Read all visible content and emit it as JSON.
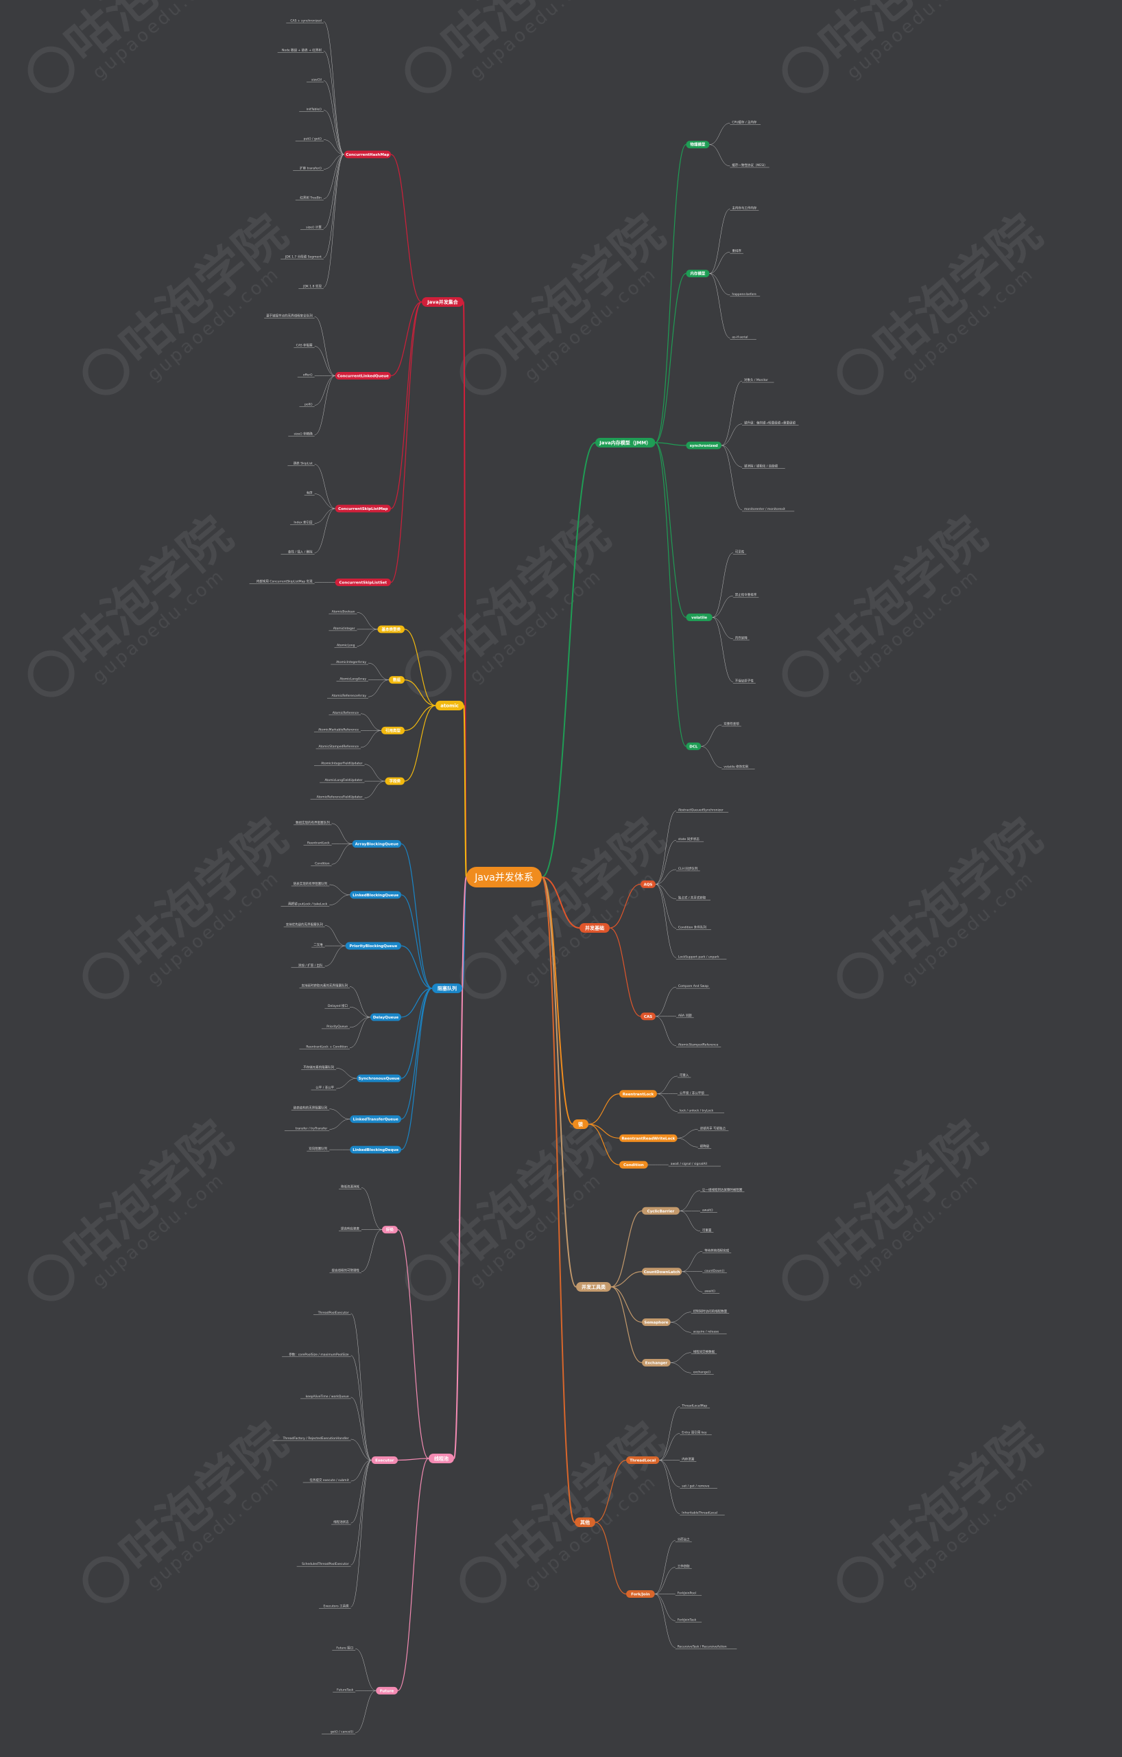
{
  "root": {
    "label": "Java并发体系",
    "color": "#f08c1e"
  },
  "watermark": {
    "text": "咕泡学院",
    "sub": "gupaoedu.com"
  },
  "branches": [
    {
      "id": "jmm",
      "label": "Java内存模型（JMM）",
      "color": "#1f9d55",
      "subs": [
        {
          "label": "物理模型",
          "color": "#1f9d55",
          "leaves": [
            "CPU缓存 / 主内存",
            "缓存一致性协议（MESI）"
          ]
        },
        {
          "label": "内存模型",
          "color": "#1f9d55",
          "leaves": [
            "主内存与工作内存",
            "重排序",
            "happens-before",
            "as-if-serial"
          ]
        },
        {
          "label": "synchronized",
          "color": "#1f9d55",
          "leaves": [
            "对象头 / Monitor",
            "锁升级：偏向锁→轻量级锁→重量级锁",
            "锁消除 / 锁粗化 / 自旋锁",
            "monitorenter / monitorexit"
          ]
        },
        {
          "label": "volatile",
          "color": "#1f9d55",
          "leaves": [
            "可见性",
            "禁止指令重排序",
            "内存屏障",
            "不保证原子性"
          ]
        },
        {
          "label": "DCL",
          "color": "#1f9d55",
          "leaves": [
            "双重检查锁",
            "volatile 修饰实例"
          ]
        }
      ]
    },
    {
      "id": "concurrency-base",
      "label": "并发基础",
      "color": "#e0562b",
      "subs": [
        {
          "label": "AQS",
          "color": "#e0562b",
          "leaves": [
            "AbstractQueuedSynchronizer",
            "state 同步状态",
            "CLH 同步队列",
            "独占式 / 共享式获取",
            "Condition 条件队列",
            "LockSupport park / unpark"
          ]
        },
        {
          "label": "CAS",
          "color": "#e0562b",
          "leaves": [
            "Compare And Swap",
            "ABA 问题",
            "AtomicStampedReference"
          ]
        }
      ]
    },
    {
      "id": "lock",
      "label": "锁",
      "color": "#f08c1e",
      "subs": [
        {
          "label": "ReentrantLock",
          "color": "#f08c1e",
          "leaves": [
            "可重入",
            "公平锁 / 非公平锁",
            "lock / unlock / tryLock"
          ]
        },
        {
          "label": "ReentrantReadWriteLock",
          "color": "#f08c1e",
          "leaves": [
            "读锁共享 写锁独占",
            "锁降级"
          ]
        },
        {
          "label": "Condition",
          "color": "#f08c1e",
          "leaves": [
            "await / signal / signalAll"
          ]
        }
      ]
    },
    {
      "id": "tools",
      "label": "并发工具类",
      "color": "#c49a6c",
      "subs": [
        {
          "label": "CyclicBarrier",
          "color": "#c49a6c",
          "leaves": [
            "让一组线程到达屏障时被阻塞",
            "await()",
            "可重置"
          ]
        },
        {
          "label": "CountDownLatch",
          "color": "#c49a6c",
          "leaves": [
            "等待其他线程完成",
            "countDown()",
            "await()"
          ]
        },
        {
          "label": "Semaphore",
          "color": "#c49a6c",
          "leaves": [
            "控制同时访问的线程数量",
            "acquire / release"
          ]
        },
        {
          "label": "Exchanger",
          "color": "#c49a6c",
          "leaves": [
            "线程间交换数据",
            "exchange()"
          ]
        }
      ]
    },
    {
      "id": "other",
      "label": "其他",
      "color": "#d9662b",
      "subs": [
        {
          "label": "ThreadLocal",
          "color": "#d9662b",
          "leaves": [
            "ThreadLocalMap",
            "Entry 弱引用 key",
            "内存泄漏",
            "set / get / remove",
            "InheritableThreadLocal"
          ]
        },
        {
          "label": "Fork/Join",
          "color": "#d9662b",
          "leaves": [
            "分而治之",
            "工作窃取",
            "ForkJoinPool",
            "ForkJoinTask",
            "RecursiveTask / RecursiveAction"
          ]
        }
      ]
    },
    {
      "id": "collections",
      "label": "Java并发集合",
      "color": "#d11f3a",
      "subs": [
        {
          "label": "ConcurrentHashMap",
          "color": "#d11f3a",
          "leaves": [
            "CAS + synchronized",
            "Node 数组 + 链表 + 红黑树",
            "sizeCtl",
            "initTable()",
            "put() / get()",
            "扩容 transfer()",
            "红黑树 TreeBin",
            "size() 计算",
            "JDK 1.7 分段锁 Segment",
            "JDK 1.8 实现"
          ]
        },
        {
          "label": "ConcurrentLinkedQueue",
          "color": "#d11f3a",
          "leaves": [
            "基于链接节点的无界线程安全队列",
            "CAS 非阻塞",
            "offer()",
            "poll()",
            "size() 非精确"
          ]
        },
        {
          "label": "ConcurrentSkipListMap",
          "color": "#d11f3a",
          "leaves": [
            "跳表 SkipList",
            "有序",
            "Index 索引层",
            "查找 / 插入 / 删除"
          ]
        },
        {
          "label": "ConcurrentSkipListSet",
          "color": "#d11f3a",
          "leaves": [
            "内部采用 ConcurrentSkipListMap 实现"
          ]
        }
      ]
    },
    {
      "id": "atomic",
      "label": "atomic",
      "color": "#f2b90f",
      "subs": [
        {
          "label": "基本类型类",
          "color": "#f2b90f",
          "leaves": [
            "AtomicBoolean",
            "AtomicInteger",
            "AtomicLong"
          ]
        },
        {
          "label": "数组",
          "color": "#f2b90f",
          "leaves": [
            "AtomicIntegerArray",
            "AtomicLongArray",
            "AtomicReferenceArray"
          ]
        },
        {
          "label": "引用类型",
          "color": "#f2b90f",
          "leaves": [
            "AtomicReference",
            "AtomicMarkableReference",
            "AtomicStampedReference"
          ]
        },
        {
          "label": "字段类",
          "color": "#f2b90f",
          "leaves": [
            "AtomicIntegerFieldUpdater",
            "AtomicLongFieldUpdater",
            "AtomicReferenceFieldUpdater"
          ]
        }
      ]
    },
    {
      "id": "blocking",
      "label": "阻塞队列",
      "color": "#1a86c8",
      "subs": [
        {
          "label": "ArrayBlockingQueue",
          "color": "#1a86c8",
          "leaves": [
            "数组实现的有界阻塞队列",
            "ReentrantLock",
            "Condition"
          ]
        },
        {
          "label": "LinkedBlockingQueue",
          "color": "#1a86c8",
          "leaves": [
            "链表实现的有界阻塞队列",
            "两把锁 putLock / takeLock"
          ]
        },
        {
          "label": "PriorityBlockingQueue",
          "color": "#1a86c8",
          "leaves": [
            "支持优先级的无界阻塞队列",
            "二叉堆",
            "添加 / 扩容 / 出队"
          ]
        },
        {
          "label": "DelayQueue",
          "color": "#1a86c8",
          "leaves": [
            "支持延时获取元素的无界阻塞队列",
            "Delayed 接口",
            "PriorityQueue",
            "ReentrantLock + Condition"
          ]
        },
        {
          "label": "SynchronousQueue",
          "color": "#1a86c8",
          "leaves": [
            "不存储元素的阻塞队列",
            "公平 / 非公平"
          ]
        },
        {
          "label": "LinkedTransferQueue",
          "color": "#1a86c8",
          "leaves": [
            "链表结构的无界阻塞队列",
            "transfer / tryTransfer"
          ]
        },
        {
          "label": "LinkedBlockingDeque",
          "color": "#1a86c8",
          "leaves": [
            "双向阻塞队列"
          ]
        }
      ]
    },
    {
      "id": "threadpool",
      "label": "线程池",
      "color": "#f48bb3",
      "subs": [
        {
          "label": "好处",
          "color": "#f48bb3",
          "leaves": [
            "降低资源消耗",
            "提高响应速度",
            "提高线程的可管理性"
          ]
        },
        {
          "label": "Executor",
          "color": "#f48bb3",
          "leaves": [
            "ThreadPoolExecutor",
            "参数：corePoolSize / maximumPoolSize",
            "keepAliveTime / workQueue",
            "ThreadFactory / RejectedExecutionHandler",
            "任务提交 execute / submit",
            "线程池状态",
            "ScheduledThreadPoolExecutor",
            "Executors 工具类"
          ]
        },
        {
          "label": "Future",
          "color": "#f48bb3",
          "leaves": [
            "Future 接口",
            "FutureTask",
            "get() / cancel()"
          ]
        }
      ]
    }
  ]
}
